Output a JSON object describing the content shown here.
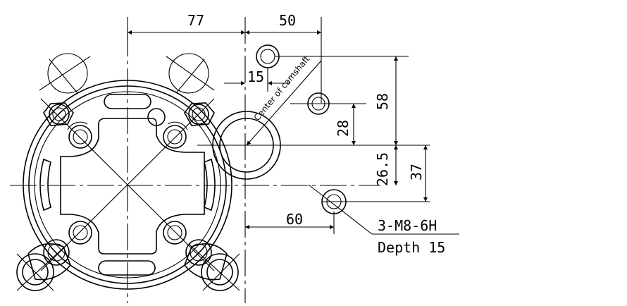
{
  "dimensions": {
    "d77": "77",
    "d50": "50",
    "d15": "15",
    "d58": "58",
    "d28": "28",
    "d26_5": "26.5",
    "d37": "37",
    "d60": "60"
  },
  "labels": {
    "center_note": "Center of camshaft",
    "thread_spec": "3-M8-6H",
    "depth_spec": "Depth 15"
  }
}
